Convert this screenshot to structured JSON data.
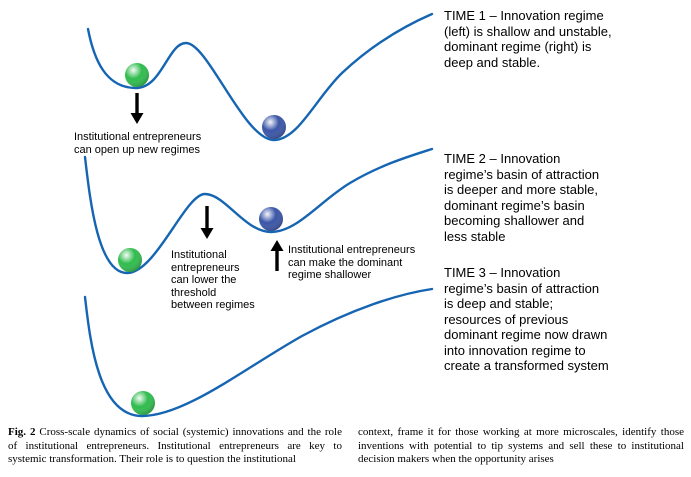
{
  "colors": {
    "curve": "#1565b3",
    "arrow": "#000000",
    "innovation_ball": "#2fbc4d",
    "dominant_ball": "#3a55a8"
  },
  "panels": [
    {
      "time_label": "TIME 1 – Innovation regime\n(left) is shallow and unstable,\ndominant regime (right) is\ndeep and stable."
    },
    {
      "time_label": "TIME 2 – Innovation\nregime’s basin of attraction\nis deeper and more stable,\ndominant regime’s basin\nbecoming shallower and\nless stable"
    },
    {
      "time_label": "TIME 3 – Innovation\nregime’s basin of attraction\nis deep and stable;\nresources of previous\ndominant regime now drawn\ninto innovation regime to\ncreate a transformed system"
    }
  ],
  "annotations": {
    "open_regimes": "Institutional entrepreneurs\ncan open up new regimes",
    "lower_threshold": "Institutional\nentrepreneurs\ncan lower the\nthreshold\nbetween regimes",
    "make_shallower": "Institutional entrepreneurs\ncan make the dominant\nregime shallower"
  },
  "caption": {
    "fig_label": "Fig. 2",
    "left_text": "Cross-scale dynamics of social (systemic) innovations and the role of institutional entrepreneurs. Institutional entrepreneurs are key to systemic transformation. Their role is to question the institutional",
    "right_text": "context, frame it for those working at more microscales, identify those inventions with potential to tip systems and sell these to institutional decision makers when the opportunity arises"
  }
}
